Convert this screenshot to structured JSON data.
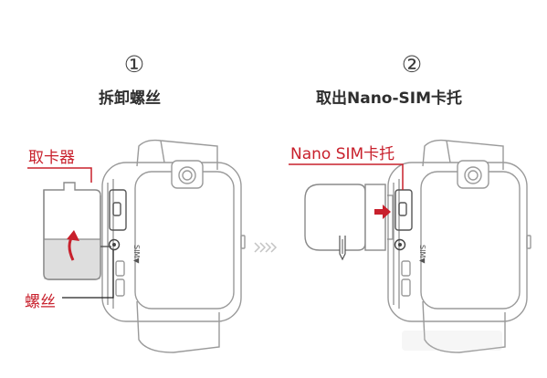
{
  "steps": [
    {
      "number": "①",
      "title": "拆卸螺丝"
    },
    {
      "number": "②",
      "title": "取出Nano-SIM卡托"
    }
  ],
  "labels": {
    "card_tool": "取卡器",
    "screw": "螺丝",
    "nano_sim_tray": "Nano SIM卡托",
    "sim_side_mark": "SIM▼",
    "sim_side_mark_2": "SIM▼"
  },
  "colors": {
    "accent_red": "#c8202c",
    "line_gray": "#9a9a9a",
    "text_dark": "#2e2e2e"
  },
  "icons": {
    "between_steps": "chevron-arrows-right"
  }
}
